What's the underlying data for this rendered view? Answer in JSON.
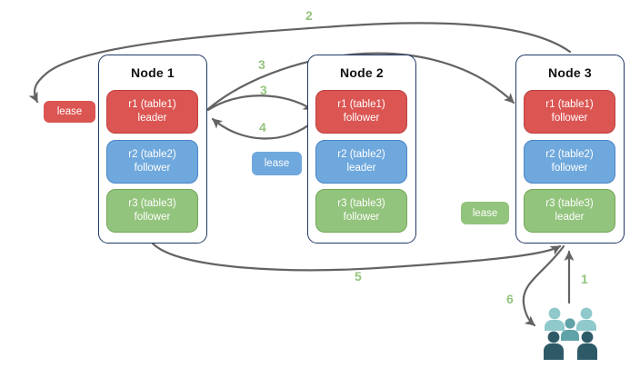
{
  "nodes": [
    {
      "title": "Node 1",
      "replicas": [
        {
          "line1": "r1 (table1)",
          "line2": "leader",
          "color": "red"
        },
        {
          "line1": "r2 (table2)",
          "line2": "follower",
          "color": "blue"
        },
        {
          "line1": "r3 (table3)",
          "line2": "follower",
          "color": "green"
        }
      ]
    },
    {
      "title": "Node 2",
      "replicas": [
        {
          "line1": "r1 (table1)",
          "line2": "follower",
          "color": "red"
        },
        {
          "line1": "r2 (table2)",
          "line2": "leader",
          "color": "blue"
        },
        {
          "line1": "r3 (table3)",
          "line2": "follower",
          "color": "green"
        }
      ]
    },
    {
      "title": "Node 3",
      "replicas": [
        {
          "line1": "r1 (table1)",
          "line2": "follower",
          "color": "red"
        },
        {
          "line1": "r2 (table2)",
          "line2": "follower",
          "color": "blue"
        },
        {
          "line1": "r3 (table3)",
          "line2": "leader",
          "color": "green"
        }
      ]
    }
  ],
  "leases": {
    "red": {
      "label": "lease"
    },
    "blue": {
      "label": "lease"
    },
    "green": {
      "label": "lease"
    }
  },
  "steps": {
    "s1": "1",
    "s2": "2",
    "s3a": "3",
    "s3b": "3",
    "s4": "4",
    "s5": "5",
    "s6": "6"
  },
  "icons": {
    "users": "users-group-icon"
  },
  "colors": {
    "replica_red": "#db5552",
    "replica_blue": "#6fa8dc",
    "replica_green": "#93c47d",
    "node_border": "#203864",
    "arrow": "#636363",
    "step_number": "#93c47d",
    "users_light": "#8fc9cc",
    "users_medium": "#5fa3a8",
    "users_dark": "#2e5a68"
  }
}
